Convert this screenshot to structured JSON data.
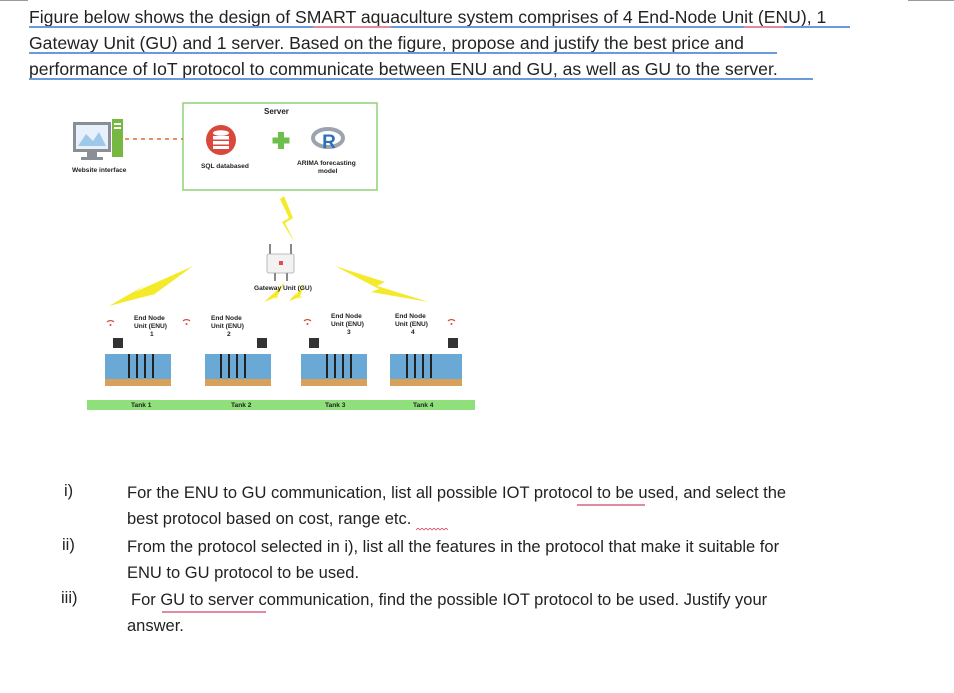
{
  "intro": {
    "line1": "Figure below shows the design of SMART aquaculture system comprises of 4 End-Node Unit (ENU), 1",
    "line2": "Gateway Unit (GU) and 1 server. Based on the figure, propose and justify the best price and",
    "line3": "performance of IoT protocol to communicate between ENU and GU, as well as GU to the server."
  },
  "figure": {
    "server_title": "Server",
    "sql_label": "SQL databased",
    "arima_label_1": "ARIMA forecasting",
    "arima_label_2": "model",
    "r_letter": "R",
    "website_label": "Website interface",
    "gateway_label": "Gateway Unit (GU)",
    "end_nodes": [
      {
        "line1": "End Node",
        "line2": "Unit (ENU)",
        "num": "1",
        "tank": "Tank 1"
      },
      {
        "line1": "End Node",
        "line2": "Unit (ENU)",
        "num": "2",
        "tank": "Tank 2"
      },
      {
        "line1": "End Node",
        "line2": "Unit (ENU)",
        "num": "3",
        "tank": "Tank 3"
      },
      {
        "line1": "End Node",
        "line2": "Unit (ENU)",
        "num": "4",
        "tank": "Tank 4"
      }
    ],
    "colors": {
      "server_border": "#8fd07a",
      "bolt": "#f4ea2a",
      "tank_bar": "#8fe07a",
      "water": "#6aa8d6"
    }
  },
  "questions": [
    {
      "num": "i)",
      "lines": [
        "For the ENU to GU communication, list all possible IOT protocol to be used, and select the",
        "best protocol based on cost, range etc."
      ]
    },
    {
      "num": "ii)",
      "lines": [
        "From the protocol selected in i), list all the features in the protocol that make it suitable for",
        "ENU to GU protocol to be used."
      ]
    },
    {
      "num": "iii)",
      "lines": [
        "For GU to server communication, find the possible IOT protocol to be used. Justify your",
        "answer."
      ]
    }
  ]
}
